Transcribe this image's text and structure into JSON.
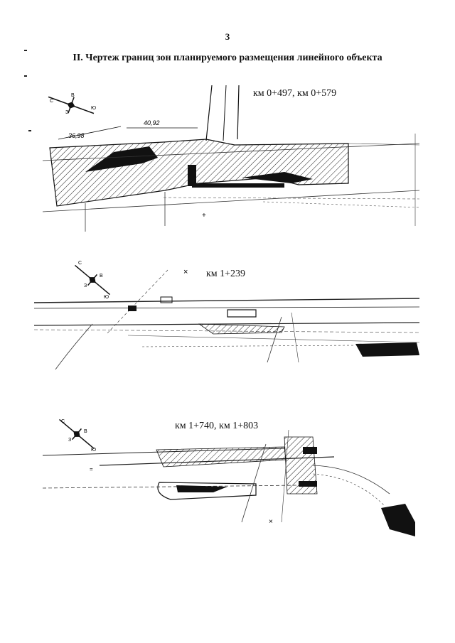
{
  "page": {
    "number": "3",
    "title": "II. Чертеж границ зон планируемого размещения линейного объекта"
  },
  "sections": [
    {
      "label": "км 0+497,  км 0+579",
      "dims": [
        "36,98",
        "40,92"
      ]
    },
    {
      "label": "км 1+239"
    },
    {
      "label": "км 1+740, км 1+803"
    }
  ],
  "compass": {
    "letters": [
      "С",
      "В",
      "Ю",
      "З"
    ]
  }
}
